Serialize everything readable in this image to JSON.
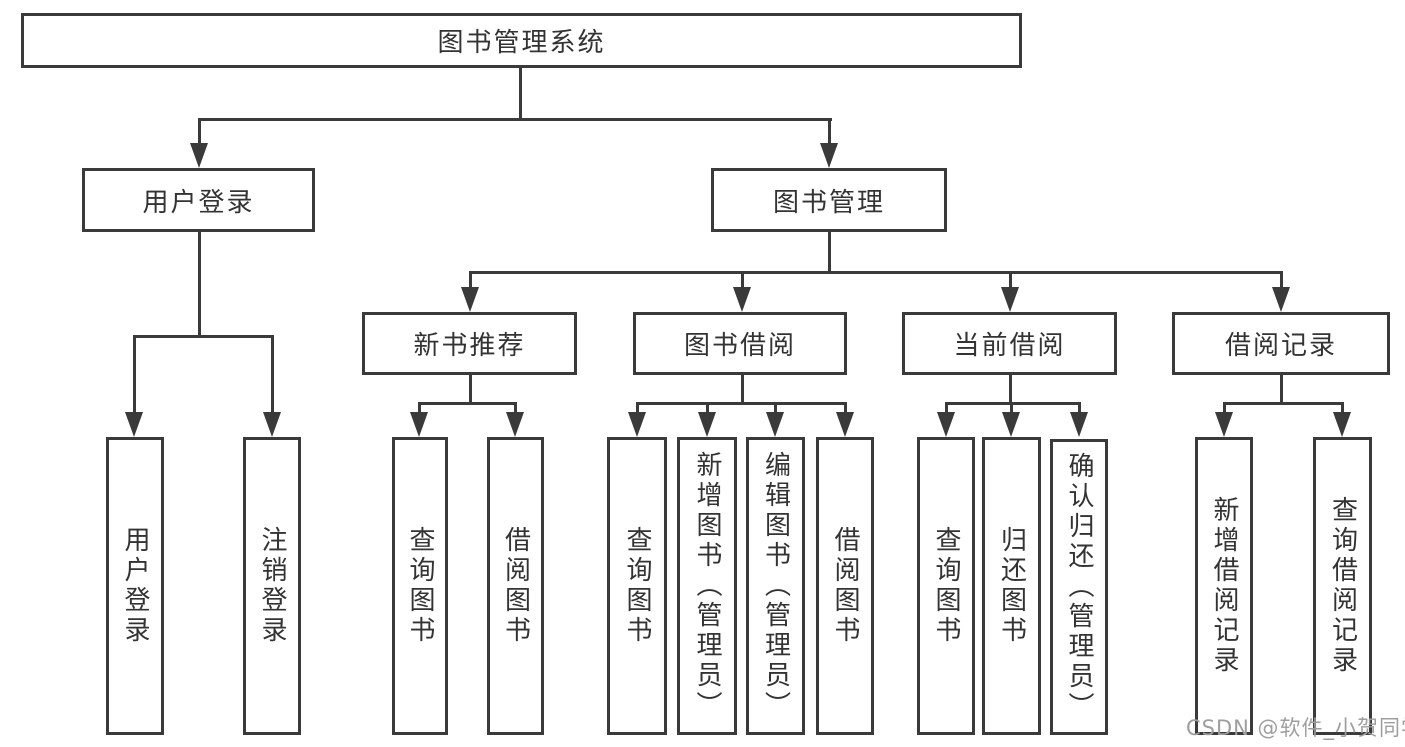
{
  "diagram_title": "图书管理系统",
  "colors": {
    "line": "#3a3a3a",
    "text": "#333333",
    "background": "#ffffff",
    "watermark": "#9e9e9e"
  },
  "root": {
    "label": "图书管理系统"
  },
  "branches": {
    "user_login": {
      "label": "用户登录",
      "children": [
        {
          "label": "用户登录"
        },
        {
          "label": "注销登录"
        }
      ]
    },
    "book_management": {
      "label": "图书管理",
      "children": [
        {
          "label": "新书推荐",
          "children": [
            {
              "label": "查询图书"
            },
            {
              "label": "借阅图书"
            }
          ]
        },
        {
          "label": "图书借阅",
          "children": [
            {
              "label": "查询图书"
            },
            {
              "label": "新增图书（管理员）"
            },
            {
              "label": "编辑图书（管理员）"
            },
            {
              "label": "借阅图书"
            }
          ]
        },
        {
          "label": "当前借阅",
          "children": [
            {
              "label": "查询图书"
            },
            {
              "label": "归还图书"
            },
            {
              "label": "确认归还（管理员）"
            }
          ]
        },
        {
          "label": "借阅记录",
          "children": [
            {
              "label": "新增借阅记录"
            },
            {
              "label": "查询借阅记录"
            }
          ]
        }
      ]
    }
  },
  "watermark": {
    "text": "CSDN @软件_小贺同学"
  }
}
